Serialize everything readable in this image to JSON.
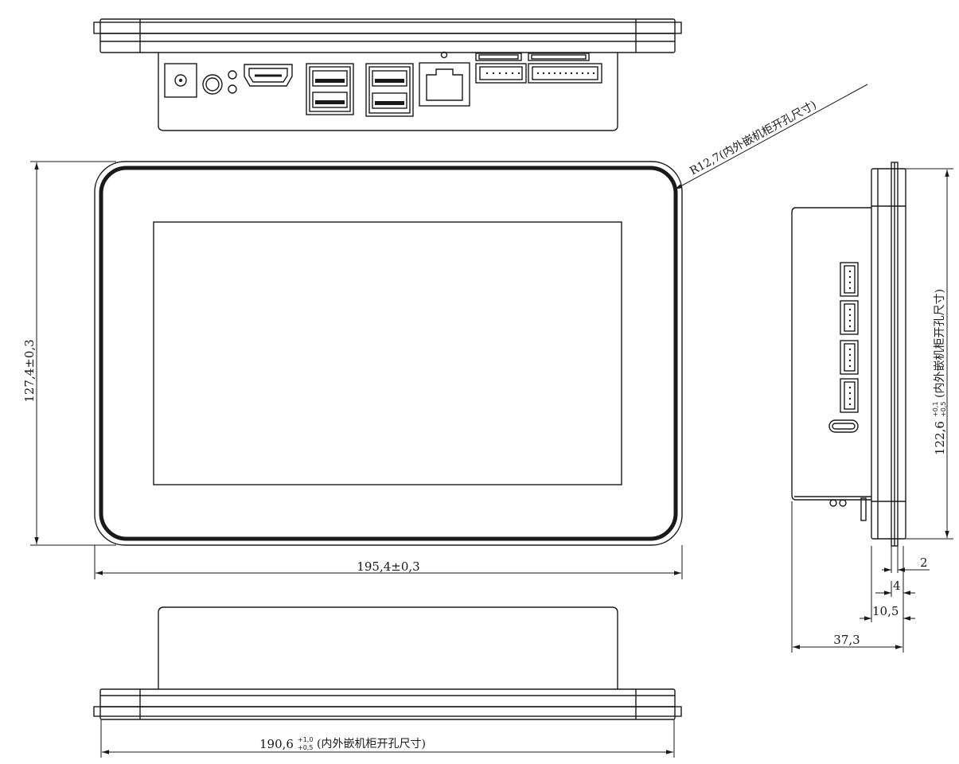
{
  "dimensions": {
    "front_width": {
      "value": "195,4±0,3"
    },
    "front_height": {
      "value": "127,4±0,3"
    },
    "corner_radius": {
      "value": "R12,7(内外嵌机柜开孔尺寸)"
    },
    "cutout_width": {
      "value": "190,6",
      "tol_upper": "+1,0",
      "tol_lower": "+0,5",
      "note": "(内外嵌机柜开孔尺寸)"
    },
    "cutout_height": {
      "value": "122,6",
      "tol_upper": "+0,1",
      "tol_lower": "+0,5",
      "note": "(内外嵌机柜开孔尺寸)"
    },
    "bezel_thickness": {
      "value": "2"
    },
    "frame_depth": {
      "value": "4"
    },
    "front_to_panel": {
      "value": "10,5"
    },
    "total_depth": {
      "value": "37,3"
    }
  }
}
